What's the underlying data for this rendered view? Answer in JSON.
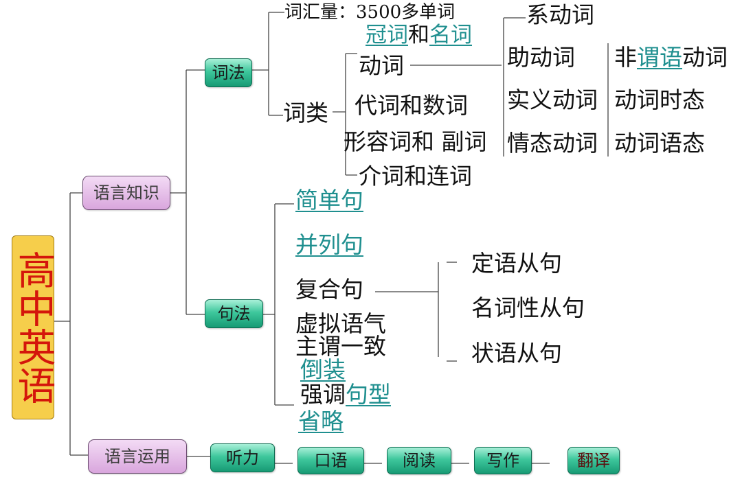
{
  "root": {
    "title": "高中英语"
  },
  "branches": {
    "knowledge": "语言知识",
    "usage": "语言运用"
  },
  "lexis": {
    "label": "词法",
    "vocab": "词汇量：3500多单词",
    "word_class": "词类",
    "articles": "冠词",
    "and": "和",
    "nouns": "名词",
    "verbs": "动词",
    "pronouns": "代词和数词",
    "adjectives": "形容词和 副词",
    "prepositions": "介词和连词",
    "verb_types": {
      "linking": "系动词",
      "auxiliary": "助动词",
      "notional": "实义动词",
      "modal": "情态动词"
    },
    "verb_topics": {
      "non_prefix": "非",
      "non_link": "谓语",
      "non_suffix": "动词",
      "tense": "动词时态",
      "voice": "动词语态"
    }
  },
  "syntax": {
    "label": "句法",
    "simple": "简单句",
    "compound": "并列句",
    "complex": "复合句",
    "subjunctive": "虚拟语气",
    "agreement": "主谓一致",
    "inversion": "倒装",
    "emphasis_prefix": "强调",
    "emphasis_link": "句型",
    "ellipsis": "省略",
    "clauses": {
      "attributive": "定语从句",
      "nominal": "名词性从句",
      "adverbial": "状语从句"
    }
  },
  "skills": [
    "听力",
    "口语",
    "阅读",
    "写作",
    "翻译"
  ],
  "colors": {
    "link": "#1f8f8f",
    "title_bg": "#f6ce4b",
    "title_text": "#d4160b",
    "teal_box": "#3ec79c",
    "pink_box": "#d9a6dd"
  }
}
